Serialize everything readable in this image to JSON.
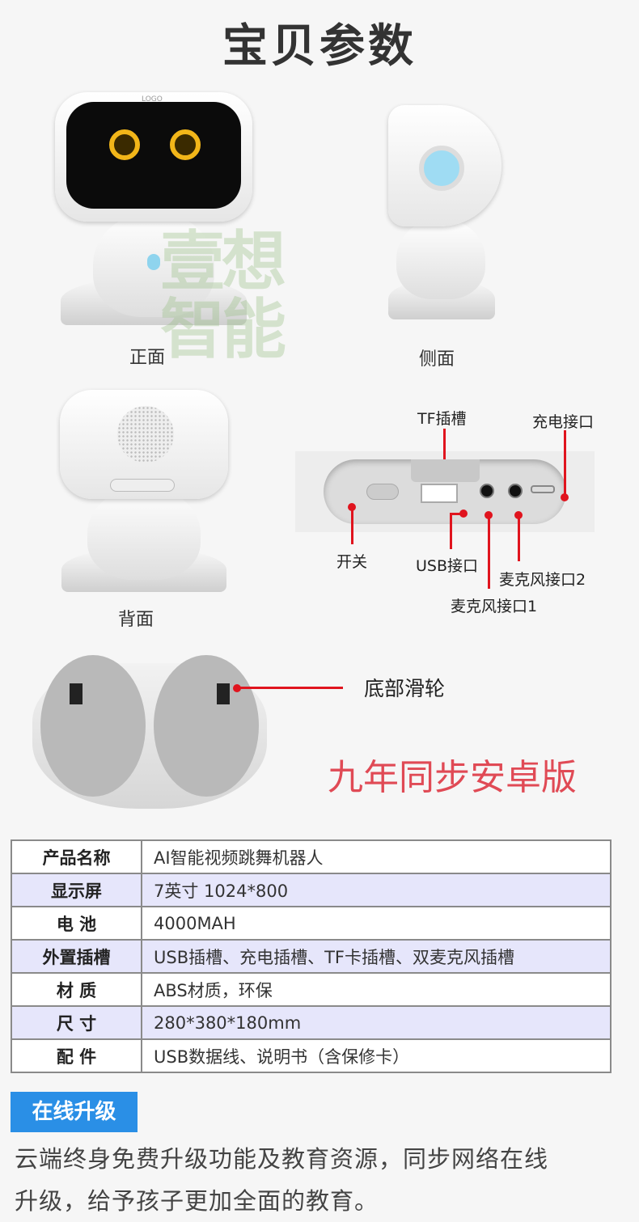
{
  "title": "宝贝参数",
  "views": {
    "front": "正面",
    "side": "侧面",
    "back": "背面"
  },
  "screen_logo": "LOGO",
  "watermark": "壹想智能",
  "ports": {
    "tf": "TF插槽",
    "charge": "充电接口",
    "switch": "开关",
    "usb": "USB接口",
    "mic2": "麦克风接口2",
    "mic1": "麦克风接口1"
  },
  "bottom": {
    "label": "底部滑轮"
  },
  "edition": "九年同步安卓版",
  "specs": [
    {
      "key": "产品名称",
      "value": "AI智能视频跳舞机器人"
    },
    {
      "key": "显示屏",
      "value": "7英寸  1024*800"
    },
    {
      "key": "电  池",
      "value": "4000MAH"
    },
    {
      "key": "外置插槽",
      "value": "USB插槽、充电插槽、TF卡插槽、双麦克风插槽"
    },
    {
      "key": "材  质",
      "value": "ABS材质，环保"
    },
    {
      "key": "尺  寸",
      "value": "280*380*180mm"
    },
    {
      "key": "配  件",
      "value": "USB数据线、说明书（含保修卡）"
    }
  ],
  "upgrade": {
    "badge": "在线升级",
    "line1": "云端终身免费升级功能及教育资源，同步网络在线",
    "line2": "升级，给予孩子更加全面的教育。"
  }
}
